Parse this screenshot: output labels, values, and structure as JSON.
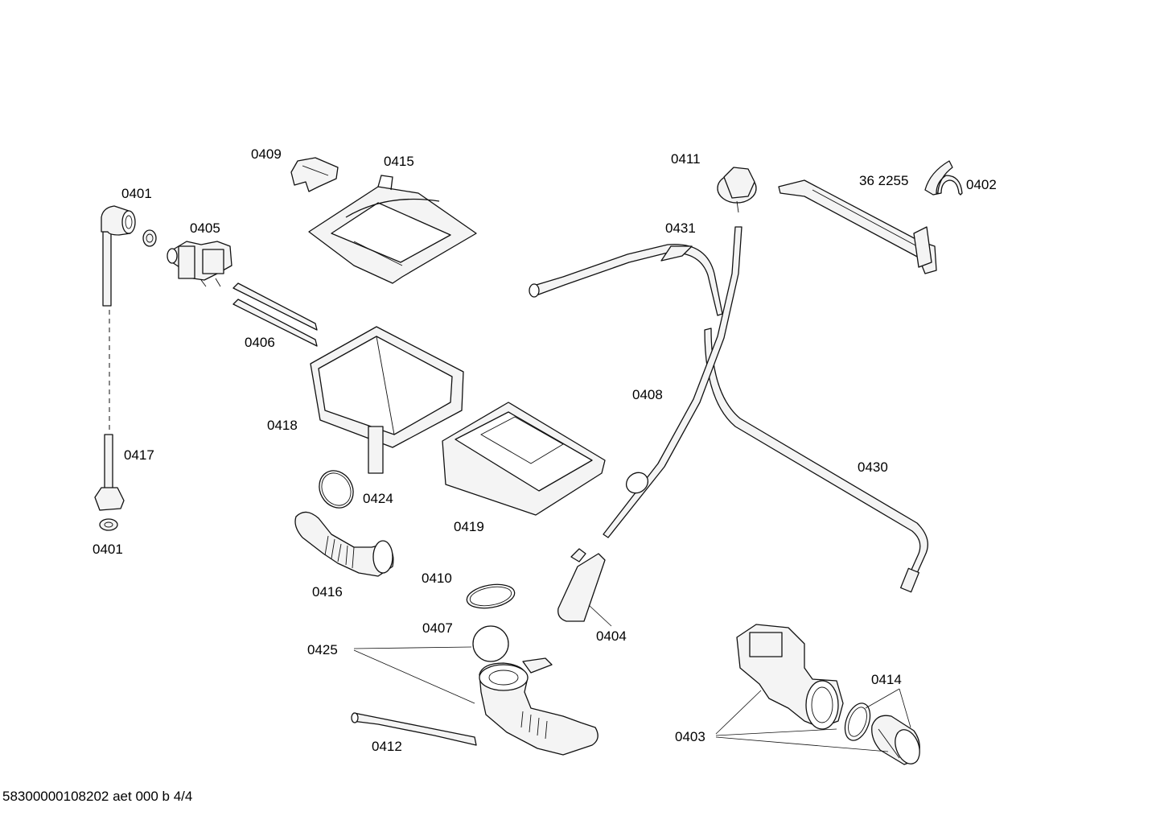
{
  "labels": {
    "p0401_top": "0401",
    "p0401_bottom": "0401",
    "p0402": "0402",
    "p0403": "0403",
    "p0404": "0404",
    "p0405": "0405",
    "p0406": "0406",
    "p0407": "0407",
    "p0408": "0408",
    "p0409": "0409",
    "p0410": "0410",
    "p0411": "0411",
    "p0412": "0412",
    "p0414": "0414",
    "p0415": "0415",
    "p0416": "0416",
    "p0417": "0417",
    "p0418": "0418",
    "p0419": "0419",
    "p0424": "0424",
    "p0425": "0425",
    "p0430": "0430",
    "p0431": "0431",
    "p362255": "36 2255"
  },
  "footer": "58300000108202 aet 000 b 4/4"
}
